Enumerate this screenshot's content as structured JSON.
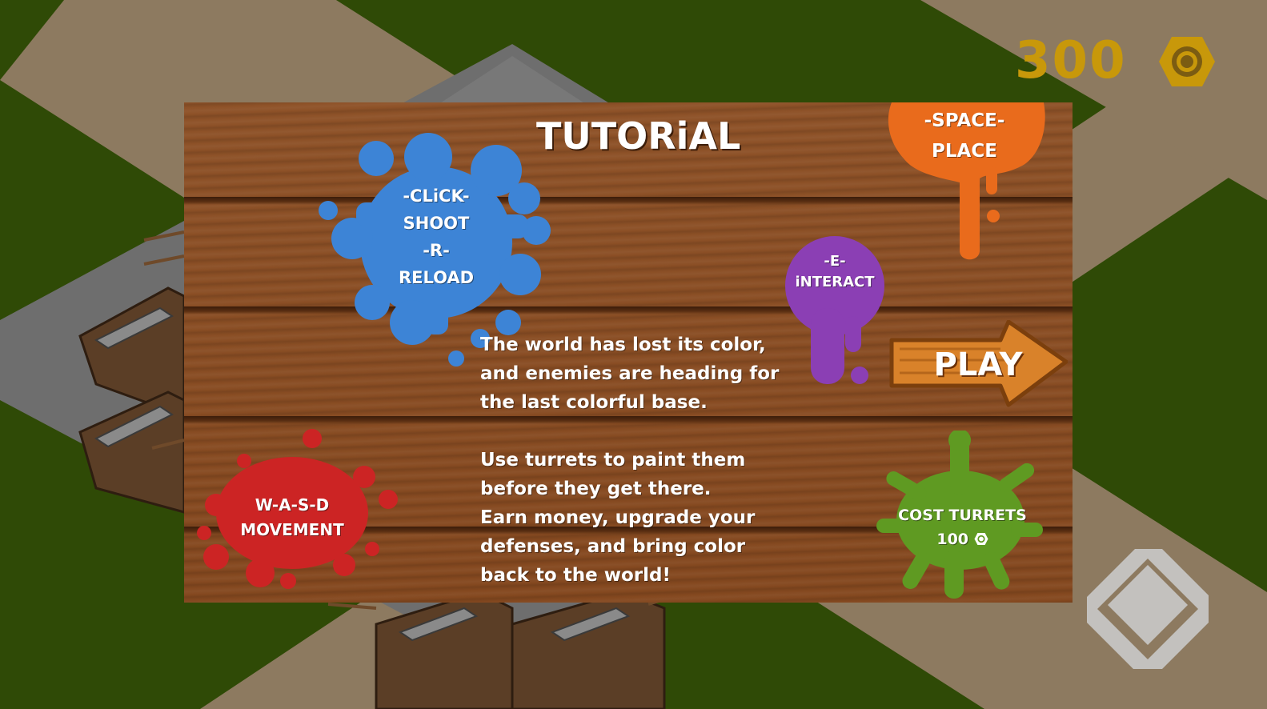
{
  "hud": {
    "money": "300",
    "coin_icon": "hex-nut-coin-icon",
    "coin_color": "#c8980a"
  },
  "tutorial": {
    "title": "TUTORiAL",
    "controls": {
      "click": {
        "lines": [
          "-CLiCK-",
          "SHOOT",
          "-R-",
          "RELOAD"
        ],
        "color": "#3d84d6"
      },
      "space": {
        "lines": [
          "-SPACE-",
          "PLACE"
        ],
        "color": "#e96b1c"
      },
      "e": {
        "lines": [
          "-E-",
          "iNTERACT"
        ],
        "color": "#8b3fb4"
      },
      "wasd": {
        "lines": [
          "W-A-S-D",
          "MOVEMENT"
        ],
        "color": "#cc2424"
      }
    },
    "story": [
      "The world has lost its color,",
      "and enemies are heading for",
      "the last colorful base."
    ],
    "instructions": [
      "Use turrets to paint them",
      "before they get there.",
      "Earn money, upgrade your",
      "defenses, and bring color",
      "back to the world!"
    ],
    "cost": {
      "label": "COST TURRETS",
      "value": "100",
      "color": "#5f9a22"
    },
    "play_label": "PLAY"
  },
  "rotate_icon": "rotate-camera-diamond-icon"
}
